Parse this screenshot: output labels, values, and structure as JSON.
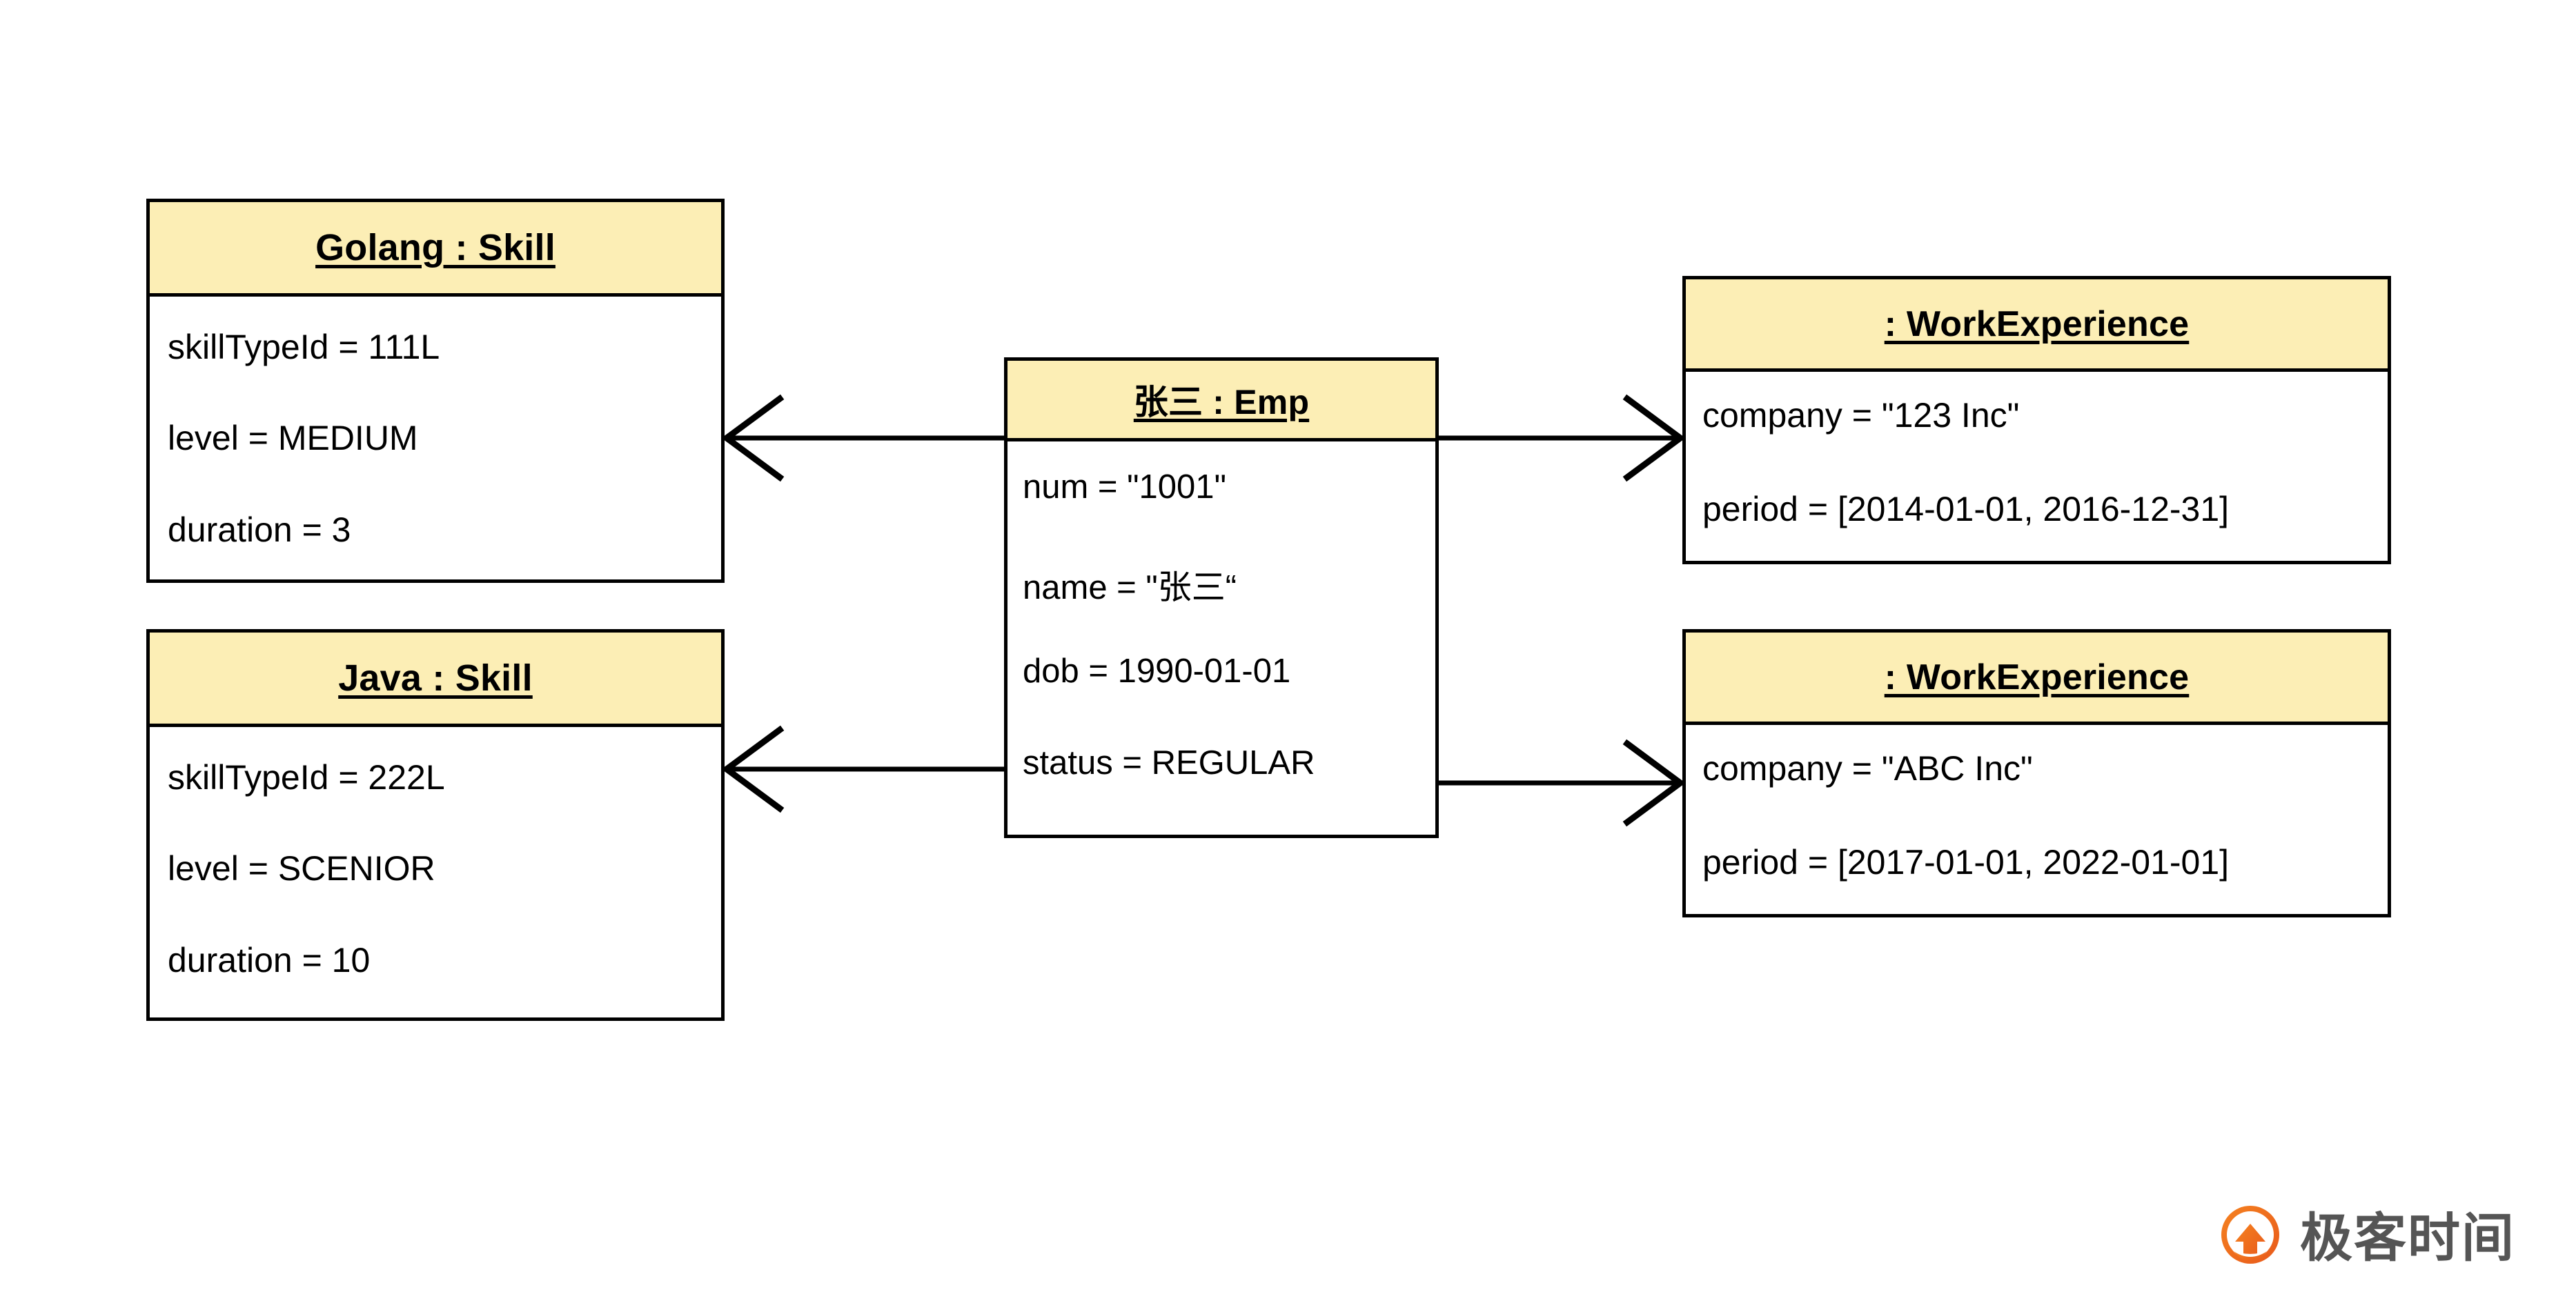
{
  "diagram": {
    "type": "uml-object-diagram",
    "background_color": "#ffffff",
    "header_fill_color": "#fceeb5",
    "border_color": "#000000",
    "objects": [
      {
        "id": "golang-skill",
        "title": "Golang : Skill",
        "instance_name": "Golang",
        "class_name": "Skill",
        "attributes": [
          "skillTypeId = 111L",
          "level = MEDIUM",
          "duration = 3"
        ]
      },
      {
        "id": "java-skill",
        "title": "Java : Skill",
        "instance_name": "Java",
        "class_name": "Skill",
        "attributes": [
          "skillTypeId = 222L",
          "level = SCENIOR",
          "duration = 10"
        ]
      },
      {
        "id": "zhangsan-emp",
        "title": "张三 : Emp",
        "instance_name": "张三",
        "class_name": "Emp",
        "attributes": [
          "num = \"1001\"",
          "name = \"张三“",
          "dob = 1990-01-01",
          "status = REGULAR"
        ]
      },
      {
        "id": "work-experience-1",
        "title": ": WorkExperience",
        "instance_name": "",
        "class_name": "WorkExperience",
        "attributes": [
          "company = \"123 Inc\"",
          "period = [2014-01-01, 2016-12-31]"
        ]
      },
      {
        "id": "work-experience-2",
        "title": ": WorkExperience",
        "instance_name": "",
        "class_name": "WorkExperience",
        "attributes": [
          "company = \"ABC Inc\"",
          "period = [2017-01-01, 2022-01-01]"
        ]
      }
    ],
    "links": [
      {
        "id": "emp-to-golang",
        "from": "zhangsan-emp",
        "to": "golang-skill",
        "arrow": "open",
        "direction": "left"
      },
      {
        "id": "emp-to-java",
        "from": "zhangsan-emp",
        "to": "java-skill",
        "arrow": "open",
        "direction": "left"
      },
      {
        "id": "emp-to-work-1",
        "from": "zhangsan-emp",
        "to": "work-experience-1",
        "arrow": "open",
        "direction": "right"
      },
      {
        "id": "emp-to-work-2",
        "from": "zhangsan-emp",
        "to": "work-experience-2",
        "arrow": "open",
        "direction": "right"
      }
    ]
  },
  "watermark": {
    "text": "极客时间",
    "logo_icon": "geektime-pin-logo",
    "logo_color": "#ef6c1a",
    "text_color": "#555555"
  }
}
